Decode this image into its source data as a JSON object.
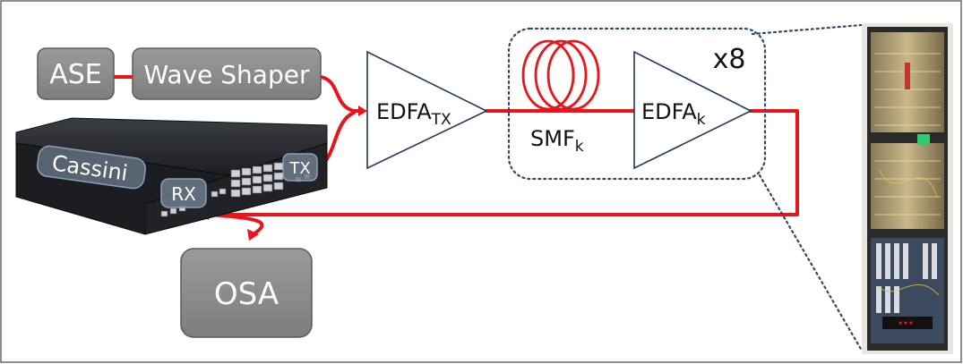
{
  "blocks": {
    "ase": "ASE",
    "wave_shaper": "Wave Shaper",
    "osa": "OSA"
  },
  "device": {
    "name": "Cassini",
    "rx_port": "RX",
    "tx_port": "TX"
  },
  "amplifiers": {
    "tx_base": "EDFA",
    "tx_sub": "TX",
    "k_base": "EDFA",
    "k_sub": "k"
  },
  "fiber": {
    "base": "SMF",
    "sub": "k"
  },
  "span_repeat": "x8",
  "colors": {
    "signal_path": "#e8161b",
    "block_fill": "#8c8c8c",
    "block_border": "#5a5a5a",
    "dotted_border": "#2f4a66",
    "amplifier_stroke": "#1f3a5a"
  }
}
